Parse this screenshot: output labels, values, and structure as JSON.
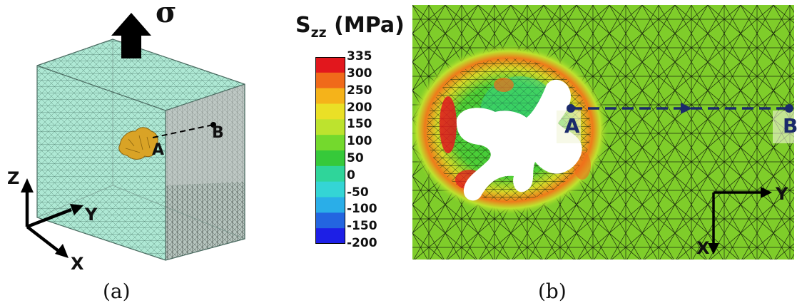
{
  "panel_a": {
    "stress_symbol": "σ",
    "point_a": "A",
    "point_b": "B",
    "axis_z": "Z",
    "axis_y": "Y",
    "axis_x": "X",
    "caption": "(a)",
    "mesh_color": "#aee8d4",
    "void_color": "#d9a326"
  },
  "legend": {
    "title_main": "S",
    "title_sub": "zz",
    "title_unit": " (MPa)",
    "ticks": [
      "335",
      "300",
      "250",
      "200",
      "150",
      "100",
      "50",
      "0",
      "-50",
      "-100",
      "-150",
      "-200"
    ],
    "colors": [
      "#e2171d",
      "#f06a1a",
      "#f5b31a",
      "#eae026",
      "#bde32e",
      "#74d92d",
      "#36c93a",
      "#2fd59a",
      "#34d5d5",
      "#2aaee8",
      "#2365e0",
      "#1d1fe6"
    ]
  },
  "panel_b": {
    "point_a": "A",
    "point_b": "B",
    "axis_y": "Y",
    "axis_x": "X",
    "caption": "(b)",
    "field_color": "#7fcd2a",
    "path_color": "#1b2a6b"
  }
}
